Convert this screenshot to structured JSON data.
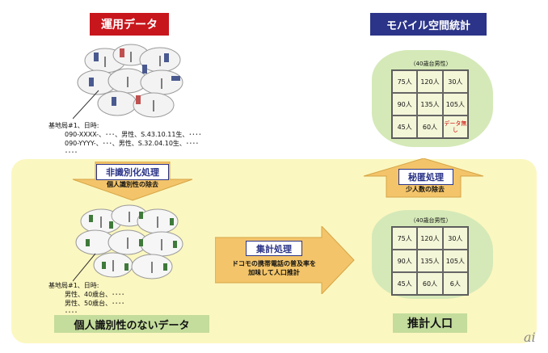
{
  "top_left": {
    "title": "運用データ",
    "record_lines": [
      "基地局#1、日時:",
      "090-XXXX-、･･･、男性、S.43.10.11生、････",
      "090-YYYY-、･･･、男性、S.32.04.10生、････",
      "････"
    ]
  },
  "top_right": {
    "title": "モバイル空間統計",
    "grid_title": "（40歳台男性）",
    "cells": [
      "75人",
      "120人",
      "30人",
      "90人",
      "135人",
      "105人",
      "45人",
      "60人",
      "データ無し"
    ]
  },
  "step_deidentify": {
    "title": "非識別化処理",
    "desc": "個人識別性の除去"
  },
  "step_confidential": {
    "title": "秘匿処理",
    "desc": "少人数の除去"
  },
  "step_aggregate": {
    "title": "集計処理",
    "desc_lines": [
      "ドコモの携帯電話の普及率を",
      "加味して人口推計"
    ]
  },
  "bottom_left": {
    "record_lines": [
      "基地局#1、日時:",
      "男性、40歳台、････",
      "男性、50歳台、････",
      "････"
    ],
    "caption": "個人識別性のないデータ"
  },
  "bottom_right": {
    "grid_title": "（40歳台男性）",
    "cells": [
      "75人",
      "120人",
      "30人",
      "90人",
      "135人",
      "105人",
      "45人",
      "60人",
      "6人"
    ],
    "caption": "推計人口"
  },
  "watermark": "ai",
  "colors": {
    "red_label": "#c8161d",
    "navy_label": "#2b3488",
    "panel_bg": "#fbf7c0",
    "arrow": "#f3c46a",
    "caption_green": "#c4dc9c"
  }
}
